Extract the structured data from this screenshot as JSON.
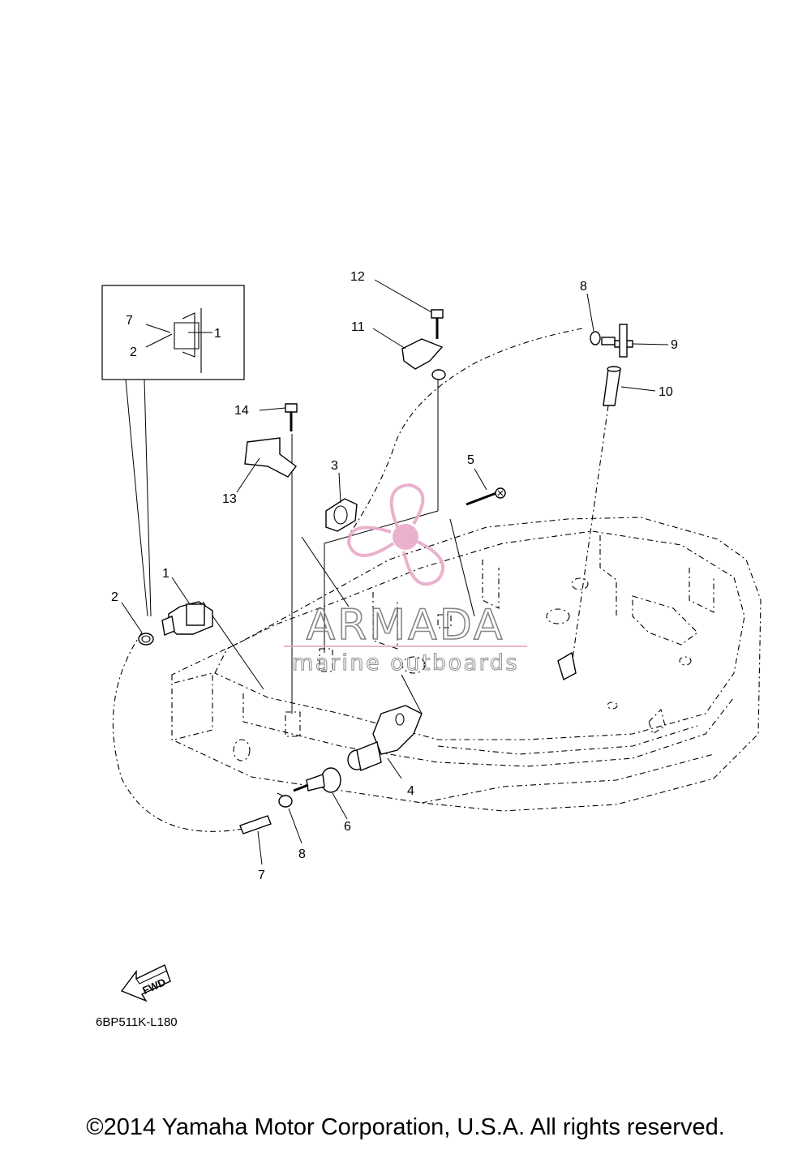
{
  "diagram": {
    "callouts": [
      {
        "id": "c1",
        "text": "1"
      },
      {
        "id": "c2",
        "text": "2"
      },
      {
        "id": "c3",
        "text": "3"
      },
      {
        "id": "c4",
        "text": "4"
      },
      {
        "id": "c5",
        "text": "5"
      },
      {
        "id": "c6",
        "text": "6"
      },
      {
        "id": "c7",
        "text": "7"
      },
      {
        "id": "c8",
        "text": "8"
      },
      {
        "id": "c8b",
        "text": "8"
      },
      {
        "id": "c9",
        "text": "9"
      },
      {
        "id": "c10",
        "text": "10"
      },
      {
        "id": "c11",
        "text": "11"
      },
      {
        "id": "c12",
        "text": "12"
      },
      {
        "id": "c13",
        "text": "13"
      },
      {
        "id": "c14",
        "text": "14"
      }
    ],
    "inset_callouts": {
      "one": "1",
      "two": "2",
      "seven": "7"
    },
    "fwd_label": "FWD",
    "diagram_code": "6BP511K-L180"
  },
  "watermark": {
    "title": "ARMADA",
    "subtitle": "marine outboards",
    "accent_color": "#e8a9c8"
  },
  "footer": {
    "copyright": "©2014 Yamaha Motor Corporation, U.S.A. All rights reserved."
  }
}
